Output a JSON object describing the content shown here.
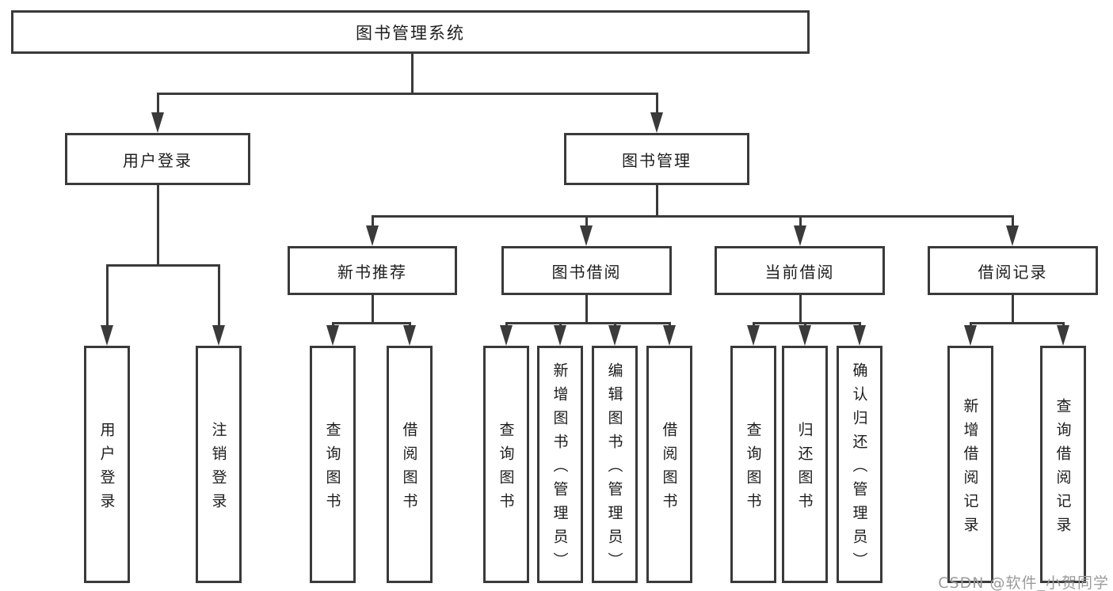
{
  "diagram": {
    "title": "图书管理系统",
    "nodes": [
      {
        "id": "system",
        "label": "图书管理系统"
      },
      {
        "id": "user-login",
        "label": "用户登录"
      },
      {
        "id": "book-mgmt",
        "label": "图书管理"
      },
      {
        "id": "new-book-rec",
        "label": "新书推荐"
      },
      {
        "id": "book-borrow",
        "label": "图书借阅"
      },
      {
        "id": "current-borrow",
        "label": "当前借阅"
      },
      {
        "id": "borrow-record",
        "label": "借阅记录"
      },
      {
        "id": "leaf-user-login",
        "label": "用户登录"
      },
      {
        "id": "leaf-logout",
        "label": "注销登录"
      },
      {
        "id": "leaf-query-book-1",
        "label": "查询图书"
      },
      {
        "id": "leaf-borrow-book-1",
        "label": "借阅图书"
      },
      {
        "id": "leaf-query-book-2",
        "label": "查询图书"
      },
      {
        "id": "leaf-add-book",
        "label": "新增图书（管理员）"
      },
      {
        "id": "leaf-edit-book",
        "label": "编辑图书（管理员）"
      },
      {
        "id": "leaf-borrow-book-2",
        "label": "借阅图书"
      },
      {
        "id": "leaf-query-book-3",
        "label": "查询图书"
      },
      {
        "id": "leaf-return-book",
        "label": "归还图书"
      },
      {
        "id": "leaf-confirm-return",
        "label": "确认归还（管理员）"
      },
      {
        "id": "leaf-add-record",
        "label": "新增借阅记录"
      },
      {
        "id": "leaf-query-record",
        "label": "查询借阅记录"
      }
    ],
    "hierarchy": {
      "图书管理系统": [
        "用户登录",
        "图书管理"
      ],
      "用户登录": [
        "用户登录",
        "注销登录"
      ],
      "图书管理": [
        "新书推荐",
        "图书借阅",
        "当前借阅",
        "借阅记录"
      ],
      "新书推荐": [
        "查询图书",
        "借阅图书"
      ],
      "图书借阅": [
        "查询图书",
        "新增图书（管理员）",
        "编辑图书（管理员）",
        "借阅图书"
      ],
      "当前借阅": [
        "查询图书",
        "归还图书",
        "确认归还（管理员）"
      ],
      "借阅记录": [
        "新增借阅记录",
        "查询借阅记录"
      ]
    }
  },
  "watermark": {
    "text": "CSDN @软件_小贺同学"
  },
  "colors": {
    "line": "#3a3a3a",
    "text": "#1d1d1d",
    "watermark": "#9b9b9b",
    "background": "#ffffff"
  }
}
